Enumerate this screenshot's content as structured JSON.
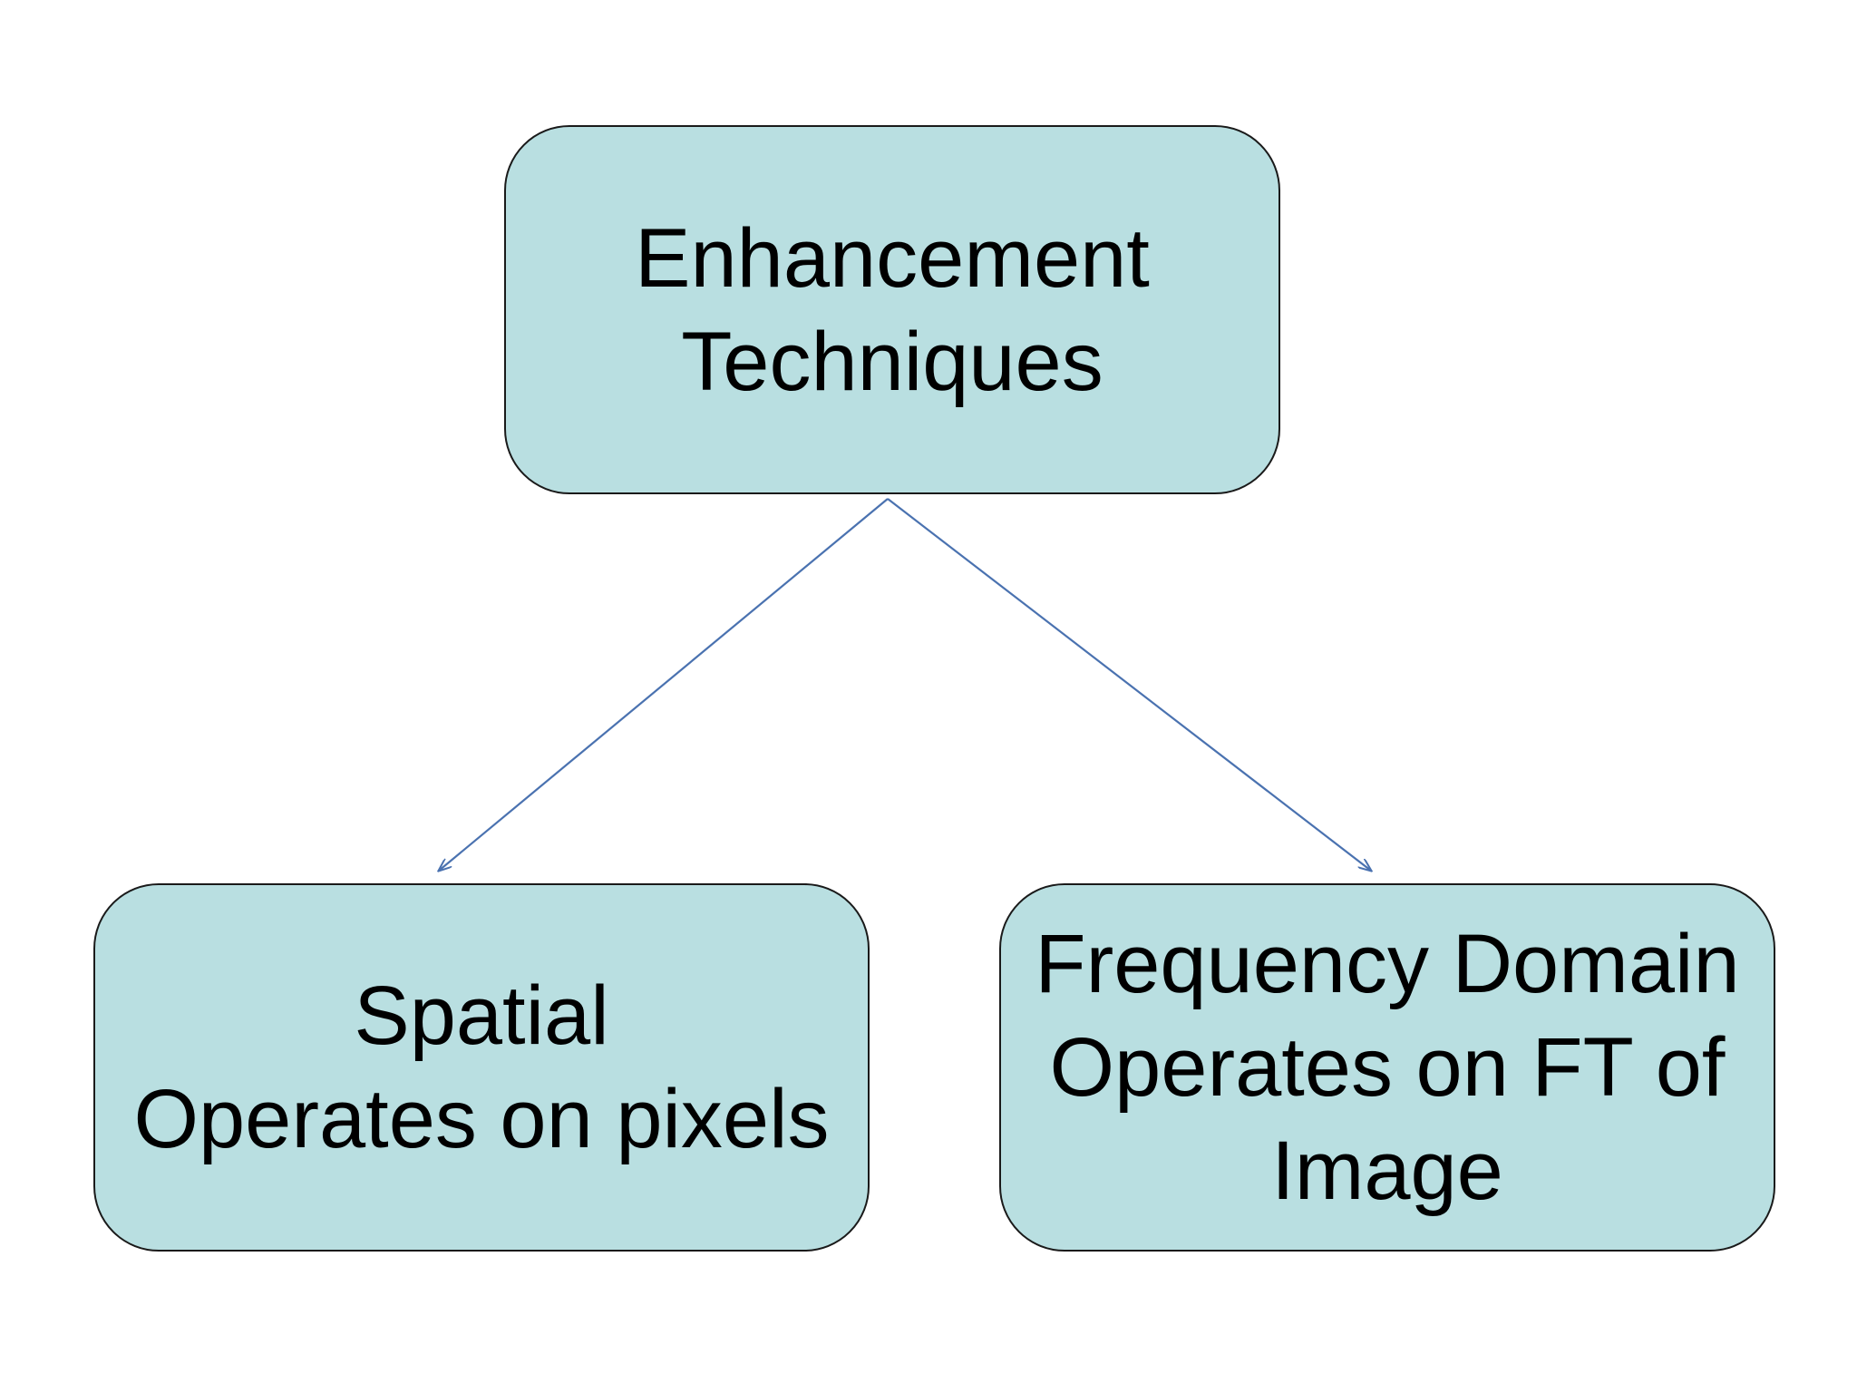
{
  "diagram": {
    "root": {
      "lines": [
        "Enhancement",
        "Techniques"
      ]
    },
    "children": [
      {
        "id": "spatial",
        "lines": [
          "Spatial",
          "Operates on pixels"
        ]
      },
      {
        "id": "frequency",
        "lines": [
          "Frequency Domain",
          "Operates on FT of",
          "Image"
        ]
      }
    ],
    "colors": {
      "node_fill": "#b9dfe1",
      "node_border": "#1a1a1a",
      "arrow": "#4a72b0",
      "text": "#000000"
    }
  }
}
